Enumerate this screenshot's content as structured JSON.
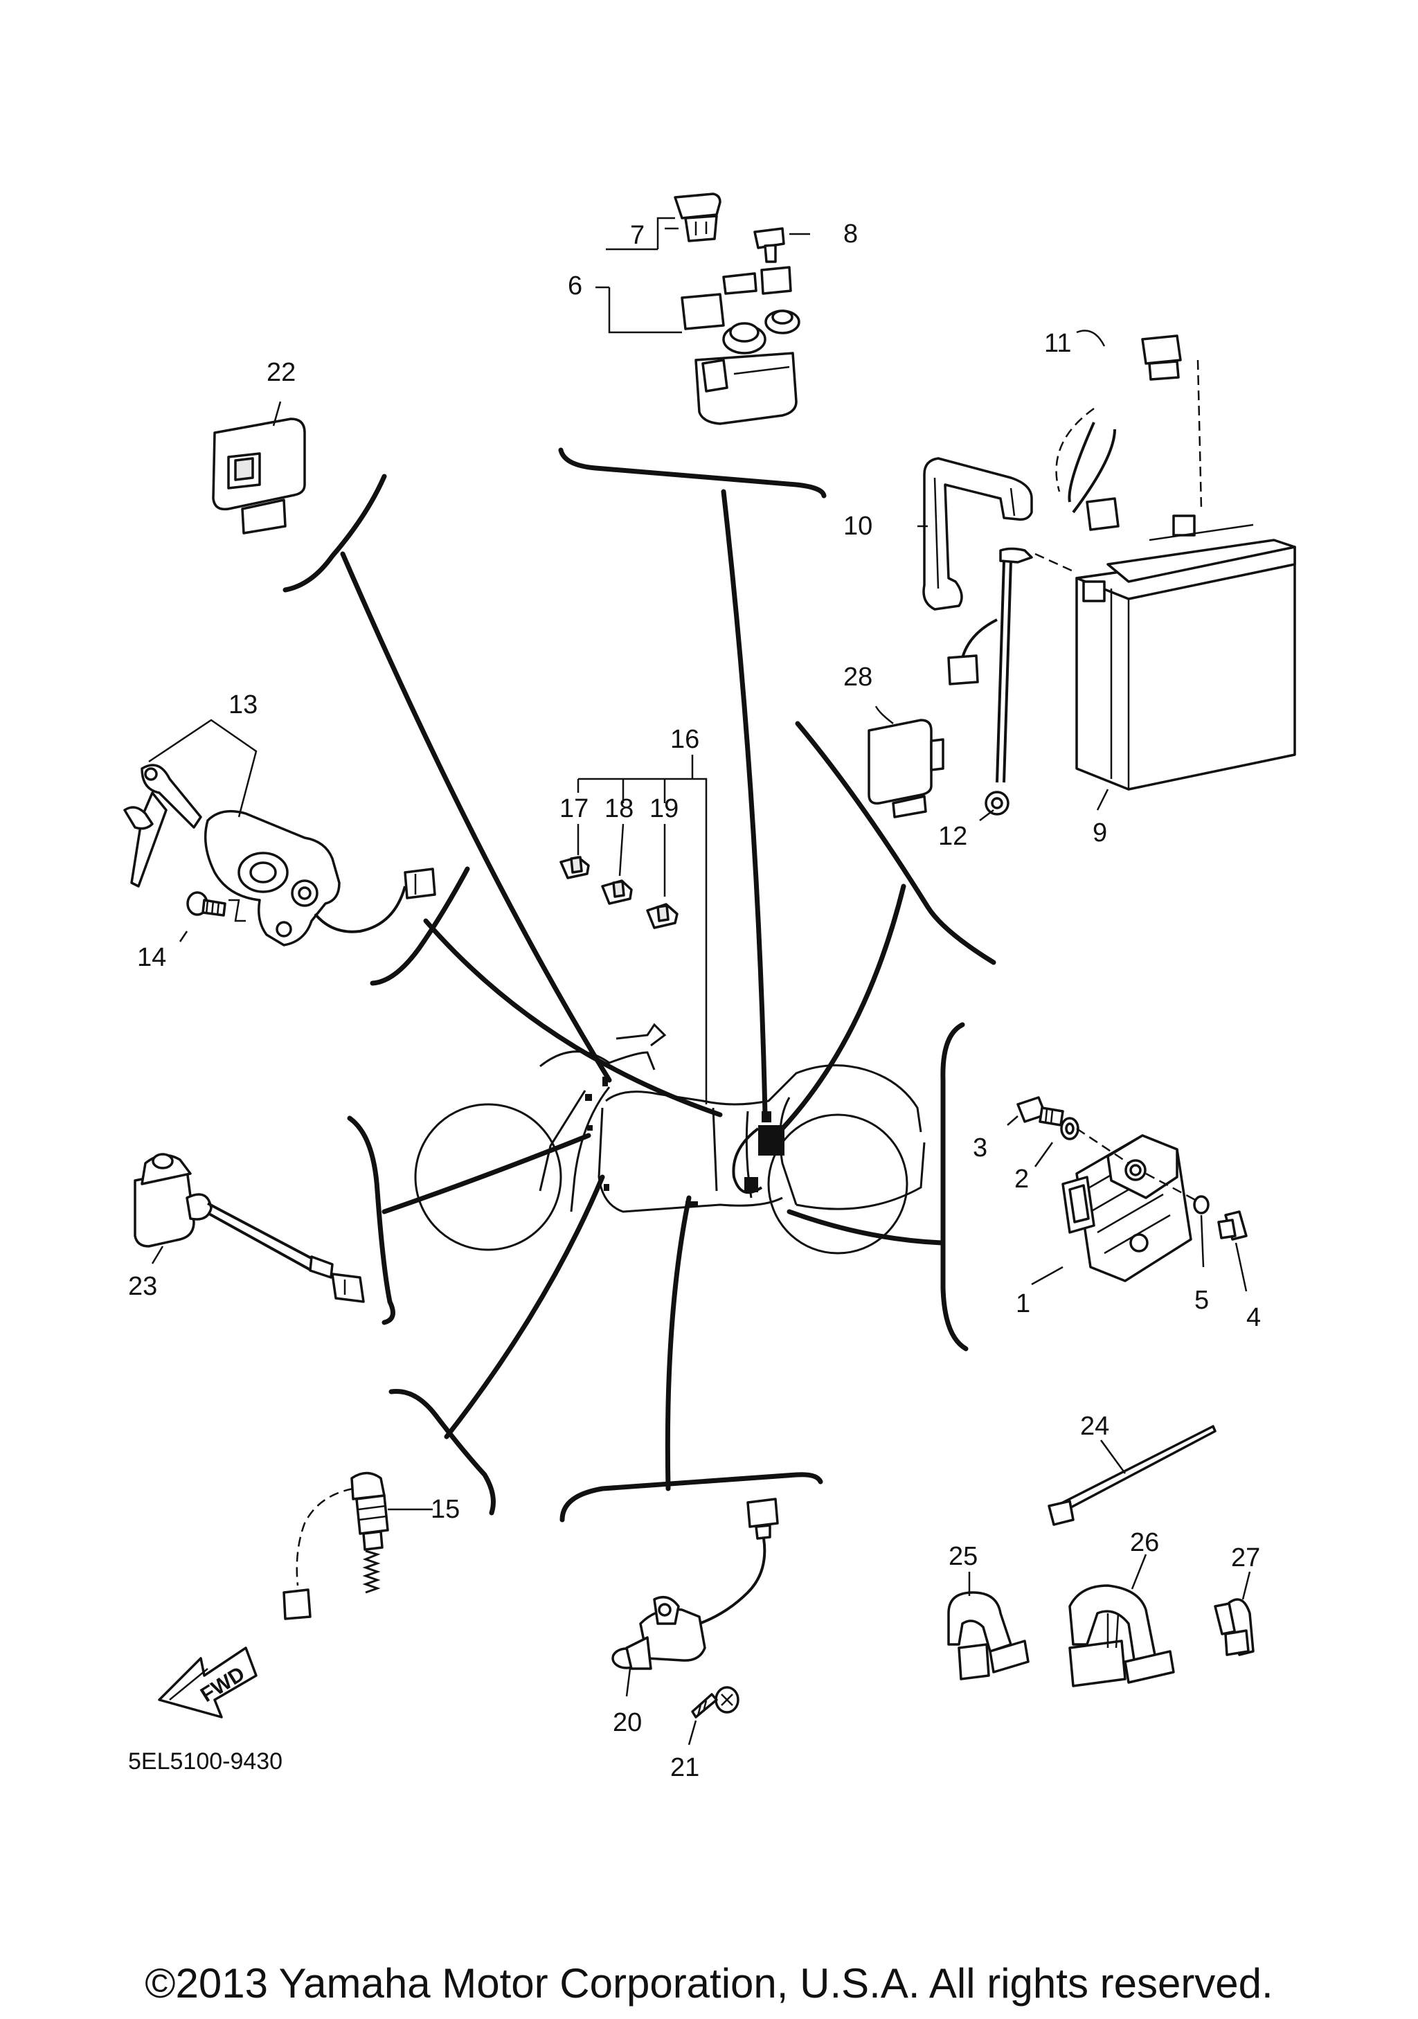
{
  "callouts": {
    "c1": "1",
    "c2": "2",
    "c3": "3",
    "c4": "4",
    "c5": "5",
    "c6": "6",
    "c7": "7",
    "c8": "8",
    "c9": "9",
    "c10": "10",
    "c11": "11",
    "c12": "12",
    "c13": "13",
    "c14": "14",
    "c15": "15",
    "c16": "16",
    "c17": "17",
    "c18": "18",
    "c19": "19",
    "c20": "20",
    "c21": "21",
    "c22": "22",
    "c23": "23",
    "c24": "24",
    "c25": "25",
    "c26": "26",
    "c27": "27",
    "c28": "28"
  },
  "fwd_label": "FWD",
  "diagram_code": "5EL5100-9430",
  "copyright": "©2013 Yamaha Motor Corporation, U.S.A. All rights reserved."
}
